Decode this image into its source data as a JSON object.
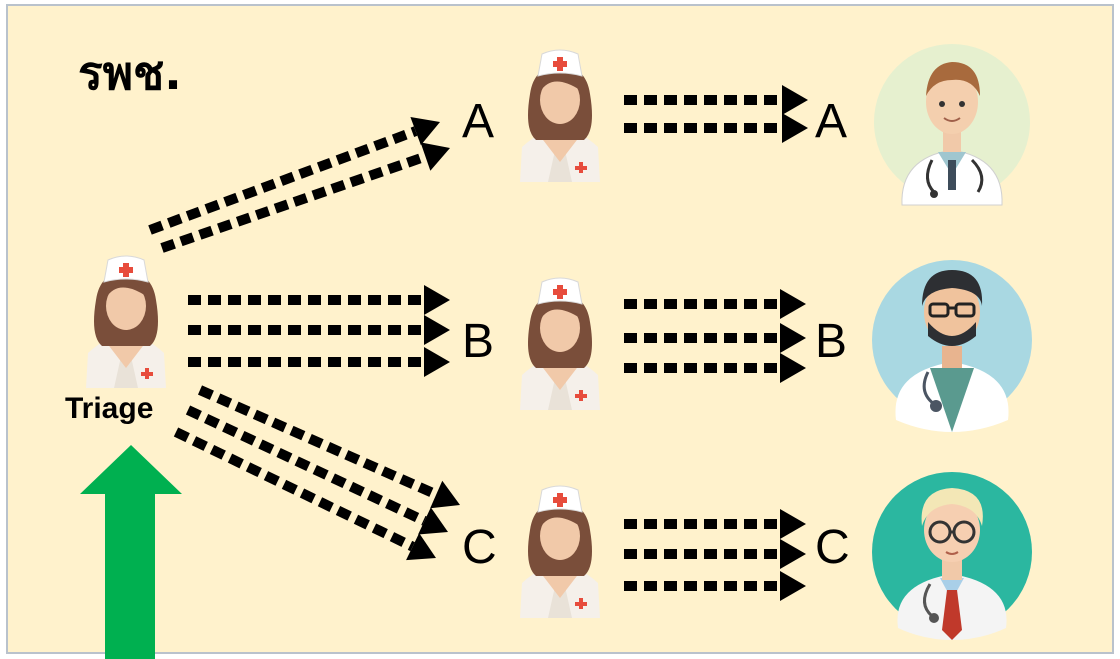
{
  "hospital_label": "รพช.",
  "triage_label": "Triage",
  "queues": [
    {
      "nurse_label": "A",
      "doctor_label": "A"
    },
    {
      "nurse_label": "B",
      "doctor_label": "B"
    },
    {
      "nurse_label": "C",
      "doctor_label": "C"
    }
  ],
  "colors": {
    "background": "#fff2cc",
    "arrows": "#000000",
    "entry_arrow": "#00b050"
  }
}
